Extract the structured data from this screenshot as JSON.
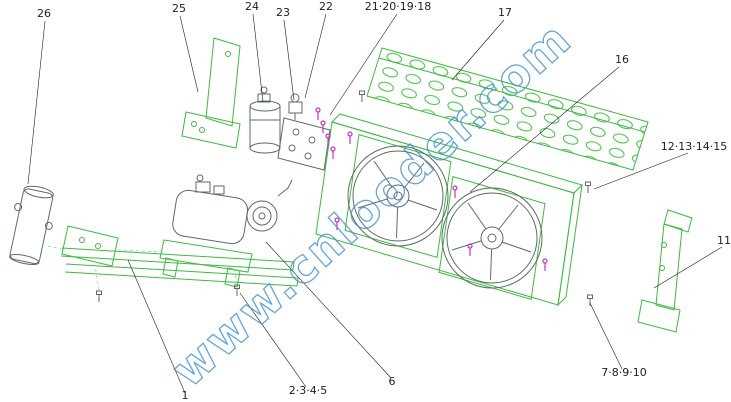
{
  "diagram": {
    "watermark": "www.cnlooder.com",
    "colors": {
      "part": "#3dbb3d",
      "dark": "#5f6a66",
      "hardware": "#c633c6",
      "callout": "#1f1f1f",
      "watermark": "#3f8fd2",
      "leader": "#8fc7e8"
    },
    "callouts": [
      {
        "label": "26"
      },
      {
        "label": "25"
      },
      {
        "label": "24"
      },
      {
        "label": "23"
      },
      {
        "label": "22"
      },
      {
        "label": "21·20·19·18"
      },
      {
        "label": "17"
      },
      {
        "label": "16"
      },
      {
        "label": "12·13·14·15"
      },
      {
        "label": "11"
      },
      {
        "label": "7·8·9·10"
      },
      {
        "label": "6"
      },
      {
        "label": "2·3·4·5"
      },
      {
        "label": "1"
      }
    ]
  }
}
